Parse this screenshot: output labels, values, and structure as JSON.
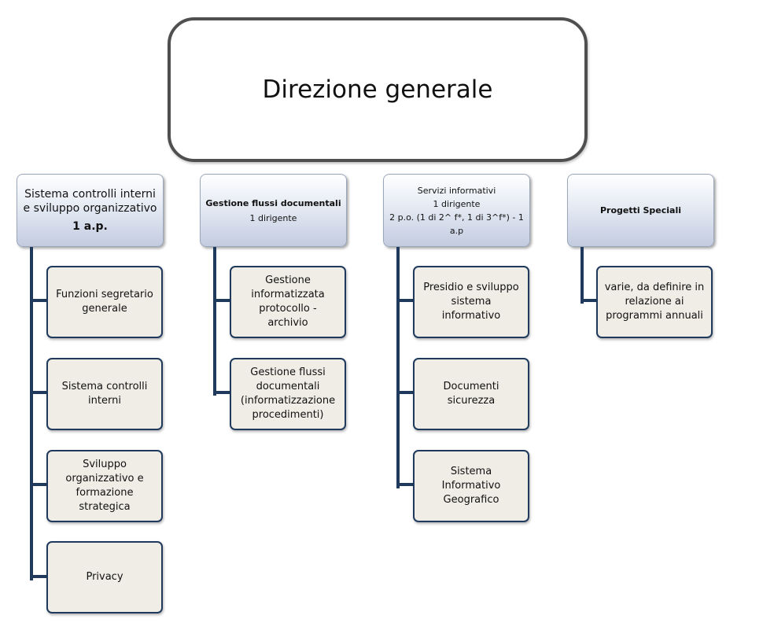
{
  "root": {
    "label": "Direzione generale"
  },
  "columns": [
    {
      "title": "Sistema controlli interni e sviluppo organizzativo",
      "subtitle": "1 a.p.",
      "children": [
        "Funzioni segretario generale",
        "Sistema controlli interni",
        "Sviluppo organizzativo e formazione strategica",
        "Privacy"
      ]
    },
    {
      "title": "Gestione flussi documentali",
      "subtitle": "1 dirigente",
      "children": [
        "Gestione informatizzata protocollo - archivio",
        "Gestione flussi documentali (informatizzazione procedimenti)"
      ]
    },
    {
      "title": "Servizi  informativi",
      "subtitle": "1 dirigente",
      "subtitle2": "2 p.o. (1 di 2^ f*, 1 di 3^f*) - 1 a.p",
      "children": [
        "Presidio e sviluppo sistema informativo",
        "Documenti sicurezza",
        "Sistema Informativo Geografico"
      ]
    },
    {
      "title": "Progetti  Speciali",
      "children": [
        "varie, da definire in relazione ai programmi annuali"
      ]
    }
  ]
}
